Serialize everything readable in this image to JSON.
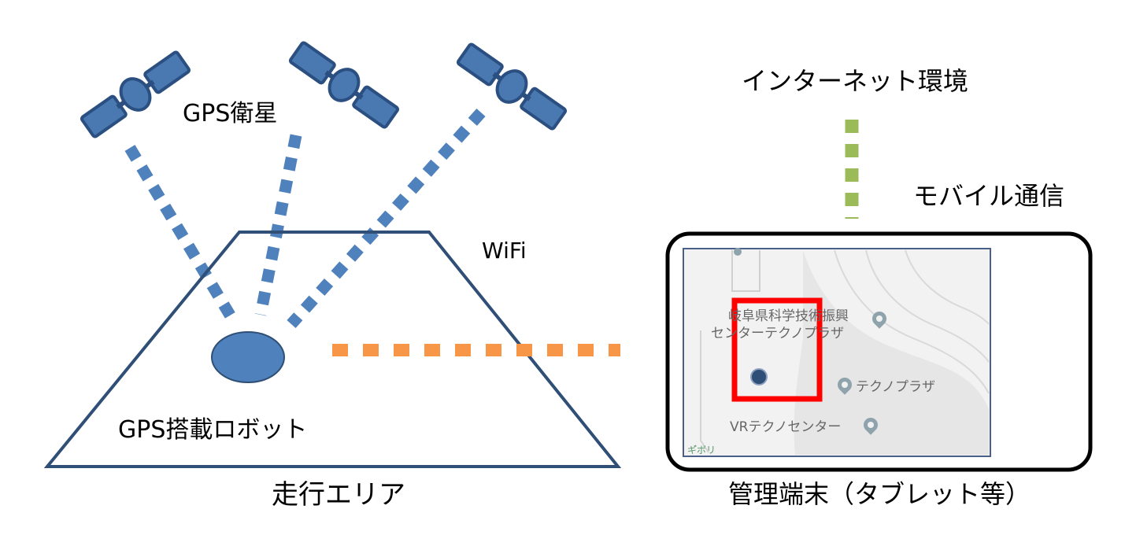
{
  "labels": {
    "satellites": "GPS衛星",
    "wifi": "WiFi",
    "robot": "GPS搭載ロボット",
    "area": "走行エリア",
    "internet": "インターネット環境",
    "mobile": "モバイル通信",
    "terminal": "管理端末（タブレット等）"
  },
  "map": {
    "place1_line1": "岐阜県科学技術振興",
    "place1_line2": "センターテクノプラザ",
    "place2": "テクノプラザ",
    "place3": "VRテクノセンター",
    "corner_text": "ギ゙ボリ"
  },
  "colors": {
    "satellite": "#4a78b0",
    "satellite_outline": "#2a4f80",
    "gps_link": "#4f81bd",
    "wifi_link": "#f79646",
    "mobile_link": "#9bbb59",
    "area_outline": "#2f4f77",
    "robot": "#4f81bd",
    "highlight": "#ff0000",
    "terminal_frame": "#000000"
  }
}
